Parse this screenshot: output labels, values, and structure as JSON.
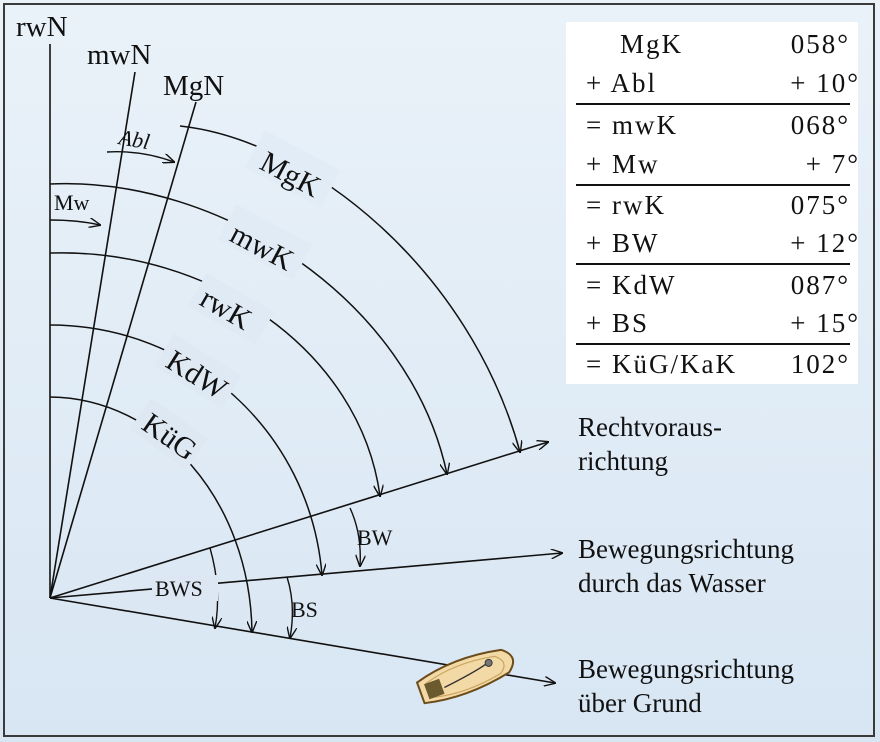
{
  "north_labels": {
    "rwN": "rwN",
    "mwN": "mwN",
    "MgN": "MgN"
  },
  "corrections": {
    "abl": "Abl",
    "mw": "Mw",
    "bw": "BW",
    "bs": "BS",
    "bws": "BWS"
  },
  "course_arcs": {
    "mgk": "MgK",
    "mwk": "mwK",
    "rwk": "rwK",
    "kdw": "KdW",
    "kug": "KüG"
  },
  "calculation": [
    {
      "left": "MgK",
      "right": "058°"
    },
    {
      "left": "+ Abl",
      "right": "+ 10°"
    },
    {
      "left": "= mwK",
      "right": "068°"
    },
    {
      "left": "+ Mw",
      "right": "+ 7°"
    },
    {
      "left": "= rwK",
      "right": "075°"
    },
    {
      "left": "+ BW",
      "right": "+ 12°"
    },
    {
      "left": "= KdW",
      "right": "087°"
    },
    {
      "left": "+ BS",
      "right": "+ 15°"
    },
    {
      "left": "= KüG/KaK",
      "right": "102°"
    }
  ],
  "direction_labels": {
    "heading_1": "Rechtvoraus-",
    "heading_2": "richtung",
    "water_1": "Bewegungsrichtung",
    "water_2": "durch das Wasser",
    "ground_1": "Bewegungsrichtung",
    "ground_2": "über Grund"
  },
  "colors": {
    "background_top": "#eaf2f9",
    "background_bottom": "#d8e6f3",
    "boat_hull": "#f3d9a6",
    "boat_deck": "#6b5a2e"
  }
}
